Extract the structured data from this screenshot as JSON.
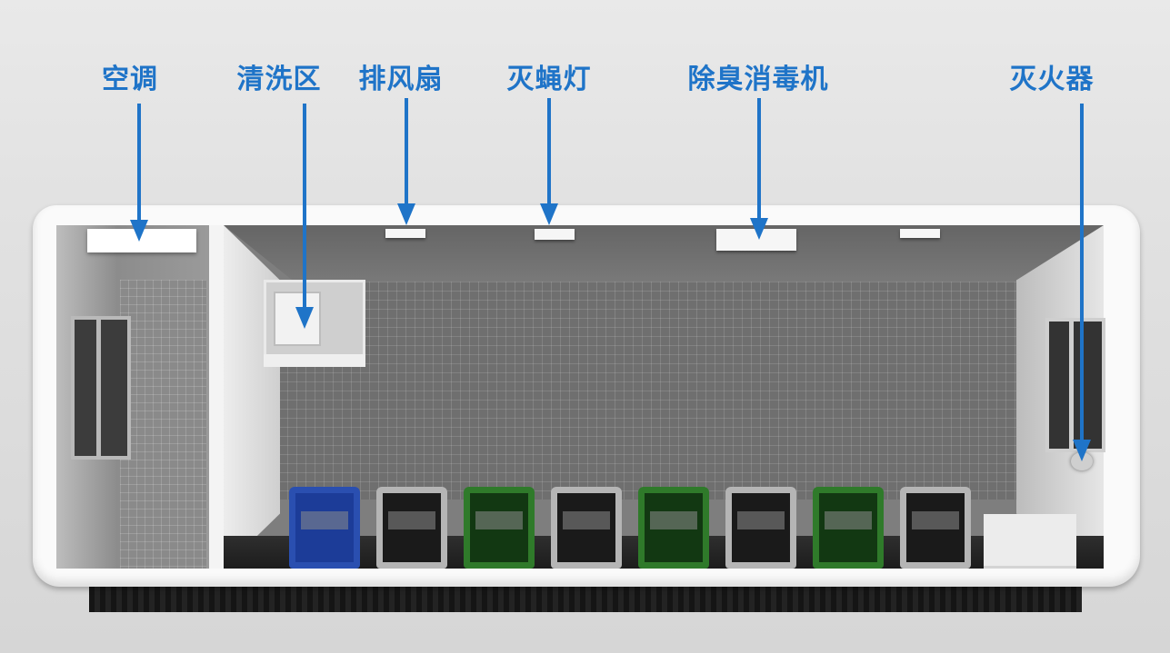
{
  "labels": {
    "air_conditioner": "空调",
    "washing_area": "清洗区",
    "exhaust_fan": "排风扇",
    "fly_killer_lamp": "灭蝇灯",
    "deodorizer": "除臭消毒机",
    "fire_extinguisher": "灭火器"
  },
  "colors": {
    "label": "#1f74c8",
    "arrow": "#1f74c8",
    "bin_blue": "#2a4fb0",
    "bin_green": "#2f7a2a",
    "bin_gray": "#b5b5b5"
  },
  "bins": [
    "blue",
    "gray",
    "green",
    "gray",
    "green",
    "gray",
    "green",
    "gray"
  ]
}
